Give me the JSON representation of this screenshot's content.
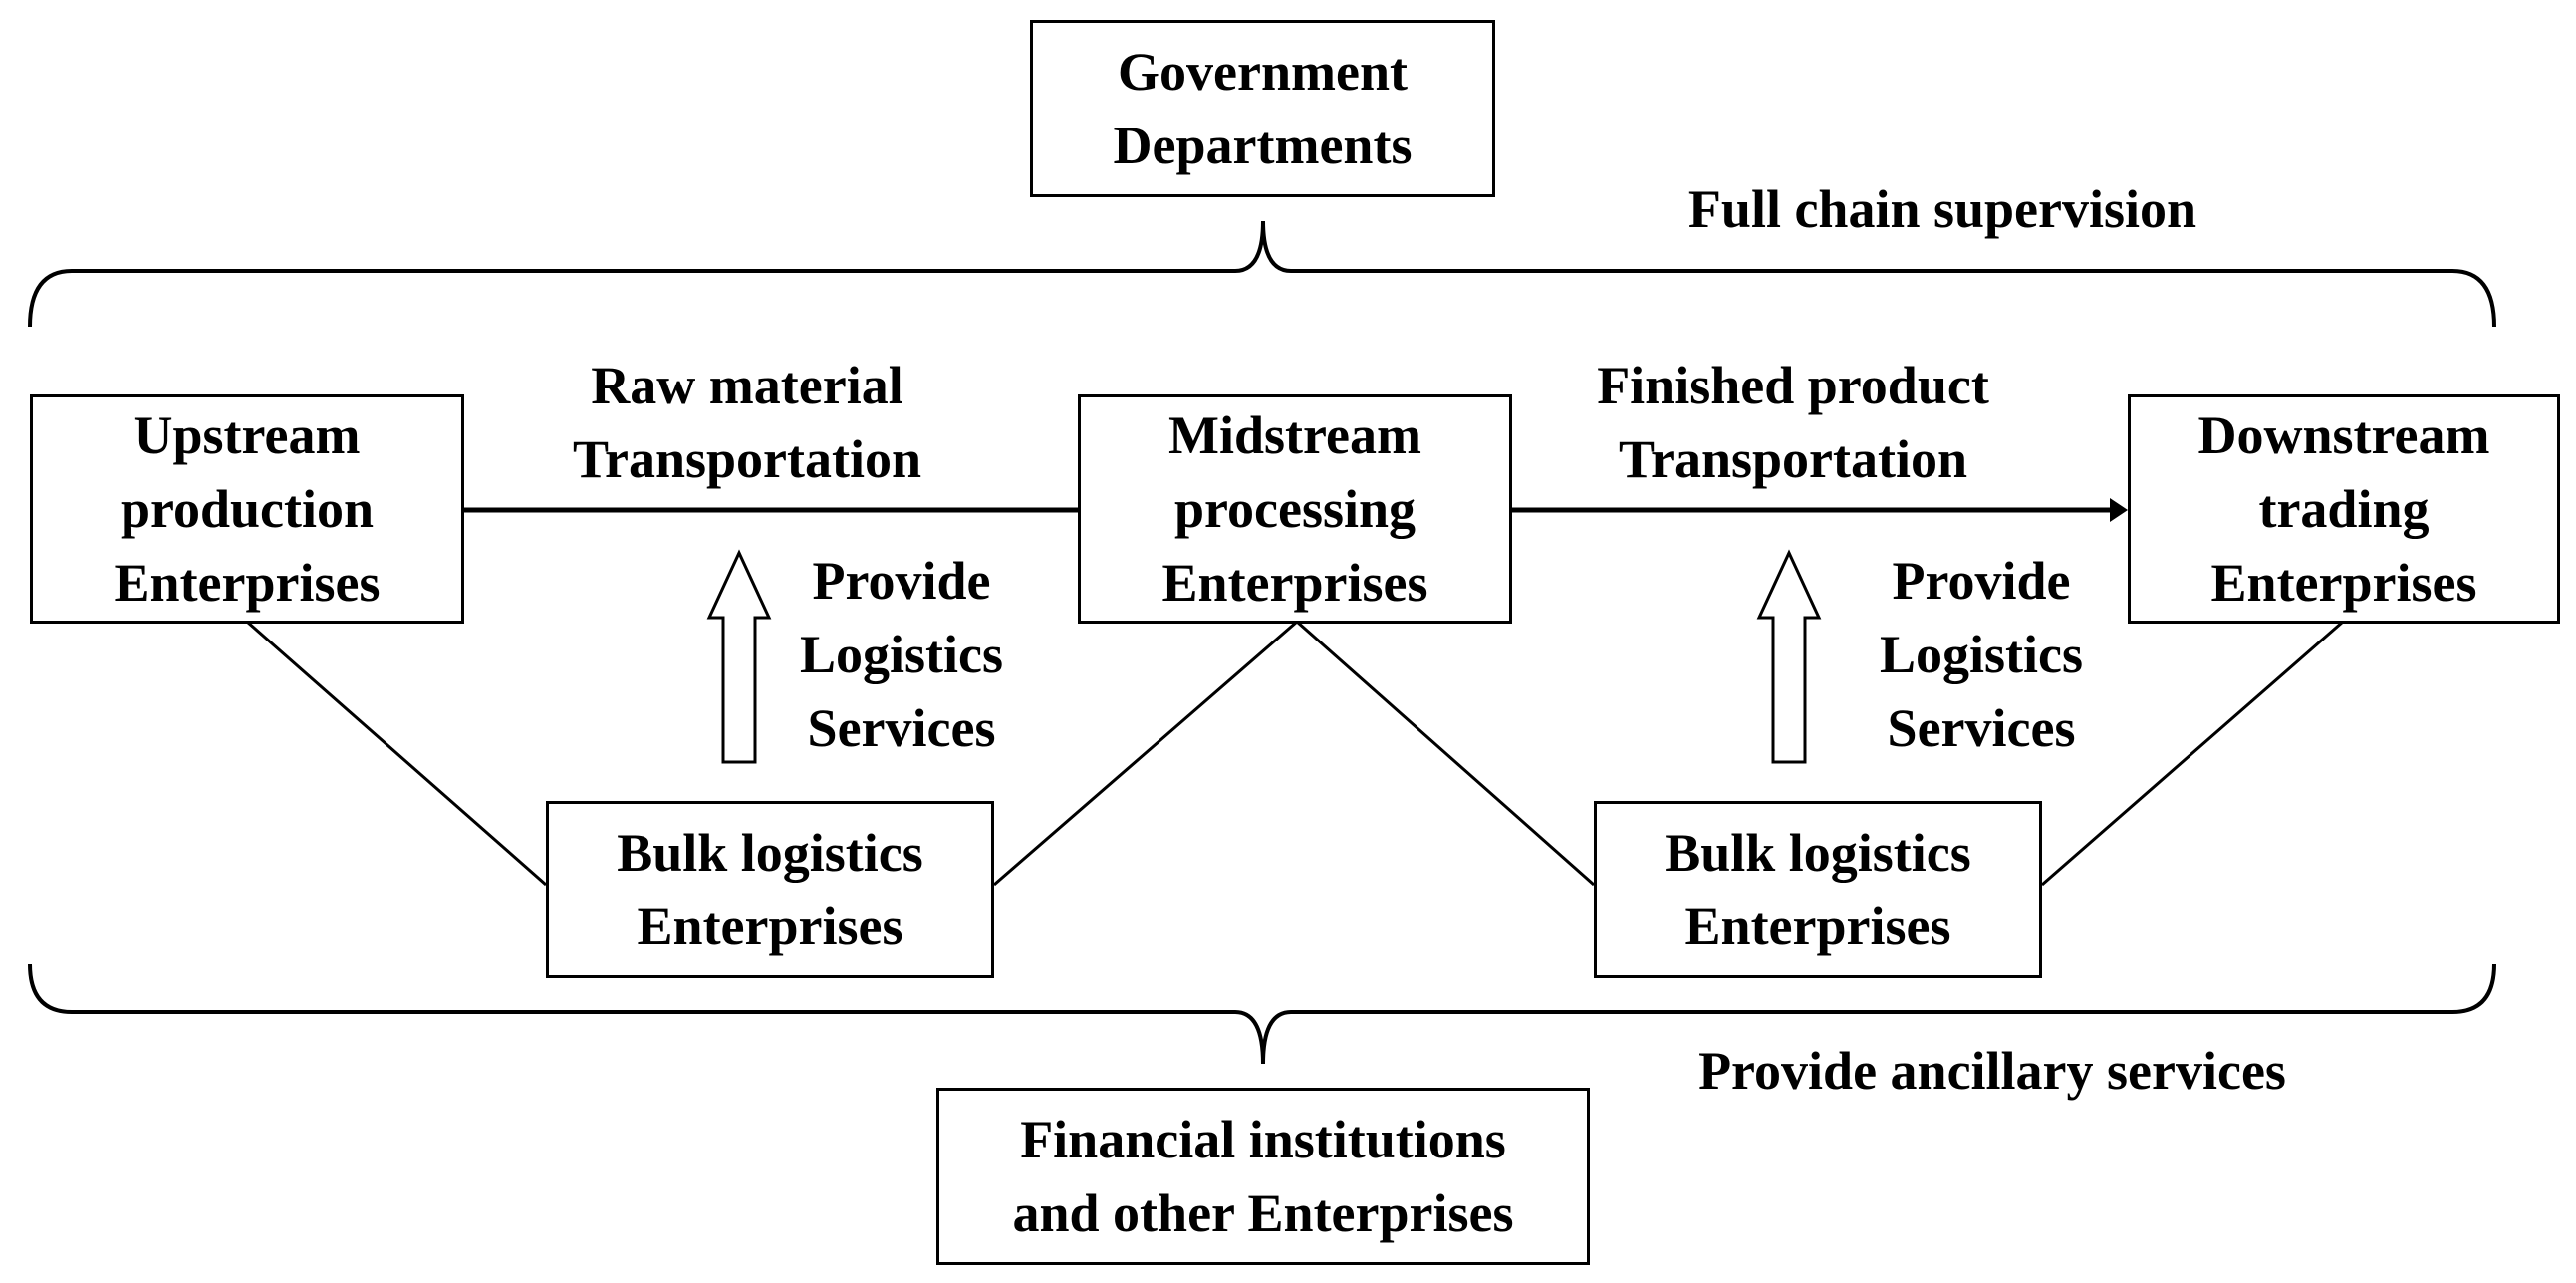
{
  "diagram": {
    "government": [
      "Government",
      "Departments"
    ],
    "supervision_label": "Full chain supervision",
    "upstream": [
      "Upstream",
      "production",
      "Enterprises"
    ],
    "midstream": [
      "Midstream",
      "processing",
      "Enterprises"
    ],
    "downstream": [
      "Downstream",
      "trading",
      "Enterprises"
    ],
    "raw_material_flow": [
      "Raw material",
      "Transportation"
    ],
    "finished_product_flow": [
      "Finished product",
      "Transportation"
    ],
    "logistics_left_label": [
      "Provide",
      "Logistics",
      "Services"
    ],
    "logistics_right_label": [
      "Provide",
      "Logistics",
      "Services"
    ],
    "bulk_left": [
      "Bulk logistics",
      "Enterprises"
    ],
    "bulk_right": [
      "Bulk logistics",
      "Enterprises"
    ],
    "ancillary_label": "Provide ancillary services",
    "financial": [
      "Financial institutions",
      "and other Enterprises"
    ]
  }
}
